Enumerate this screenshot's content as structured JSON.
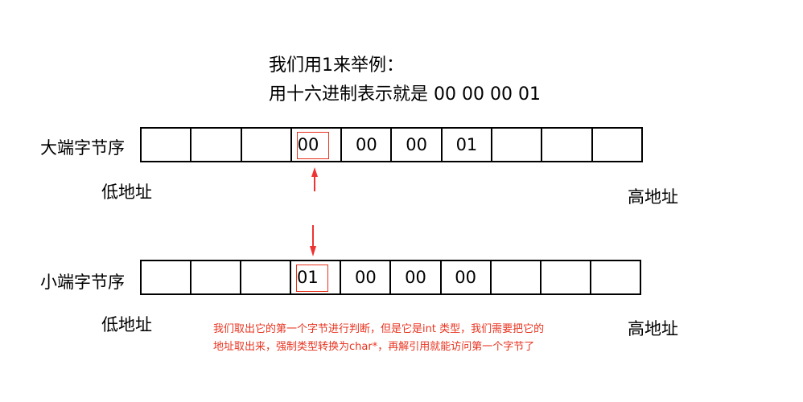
{
  "title_line1": "我们用1来举例：",
  "title_line2": "用十六进制表示就是 00 00 00 01",
  "big_endian": {
    "label": "大端字节序",
    "cells": [
      "",
      "",
      "",
      "00",
      "00",
      "00",
      "01",
      "",
      "",
      ""
    ],
    "highlight_index": 3,
    "low": "低地址",
    "high": "高地址"
  },
  "little_endian": {
    "label": "小端字节序",
    "cells": [
      "",
      "",
      "",
      "01",
      "00",
      "00",
      "00",
      "",
      "",
      ""
    ],
    "highlight_index": 3,
    "low": "低地址",
    "high": "高地址"
  },
  "note_line1": "我们取出它的第一个字节进行判断，但是它是int 类型，我们需要把它的",
  "note_line2": "地址取出来，强制类型转换为char*，再解引用就能访问第一个字节了",
  "colors": {
    "accent": "#e8331f"
  }
}
